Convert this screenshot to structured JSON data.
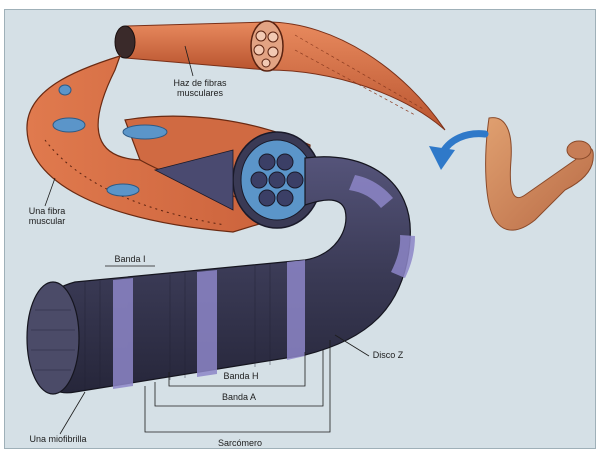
{
  "labels": {
    "haz": "Haz de fibras\nmusculares",
    "fibra": "Una fibra\nmuscular",
    "banda_i": "Banda I",
    "disco_z": "Disco Z",
    "banda_h": "Banda H",
    "banda_a": "Banda A",
    "miofibrilla": "Una miofibrilla",
    "sarcomero": "Sarcómero"
  },
  "colors": {
    "background": "#d5e0e6",
    "muscle": "#d9734a",
    "muscle_dark": "#8a3a1f",
    "nuclei": "#5b95c9",
    "myofibril": "#3c3b55",
    "myofibril_band": "#8d86c8",
    "arrow": "#2f79c9",
    "skin": "#c77d56"
  }
}
